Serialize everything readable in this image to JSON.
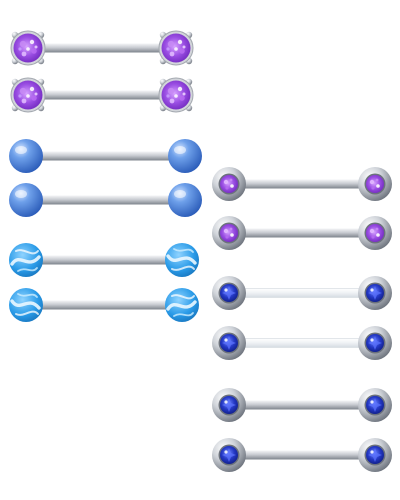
{
  "image": {
    "subject": "product-photo",
    "background_color": "#ffffff"
  },
  "palette": {
    "opal_purple": "#8a3fd6",
    "opal_purple_light": "#c78bf5",
    "pearl_blue": "#3b78d6",
    "pearl_blue_light": "#9cc3f5",
    "marble_blue": "#2e9de6",
    "marble_white": "#e8f6ff",
    "steel_light": "#e6e8ec",
    "steel_dark": "#8a909a",
    "sapphire": "#1c2fb0",
    "sapphire_light": "#5c74ff",
    "bioflex_clear": "#eef1f4"
  },
  "groups": [
    {
      "id": "purple-opal-ball-ends",
      "shape": "opal-prong",
      "pieces": 2
    },
    {
      "id": "blue-pearl-balls",
      "shape": "pearl-ball",
      "pieces": 2
    },
    {
      "id": "marbled-blue-balls",
      "shape": "marble-ball",
      "pieces": 2
    },
    {
      "id": "steel-ball-purple-opal",
      "shape": "bezel-gem",
      "pieces": 2
    },
    {
      "id": "clear-bioflex-sapphire",
      "shape": "bezel-gem-clear-bar",
      "pieces": 2
    },
    {
      "id": "steel-sapphire-bezel",
      "shape": "bezel-gem",
      "pieces": 2
    }
  ]
}
